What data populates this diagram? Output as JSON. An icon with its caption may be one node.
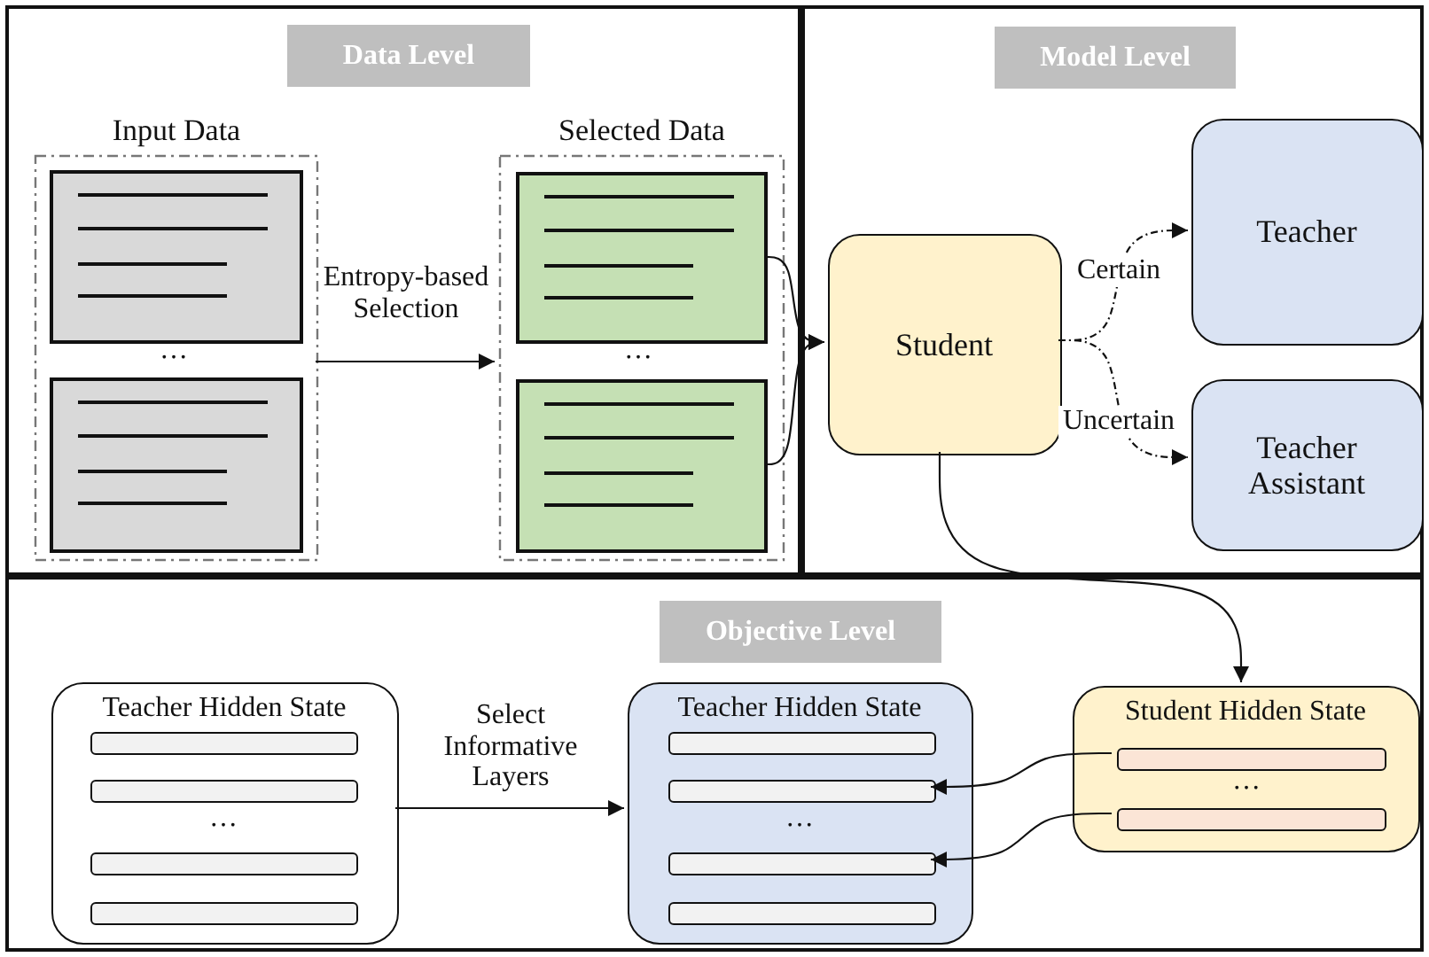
{
  "diagram": {
    "nodes": [
      {
        "text": [
          "Data Level"
        ]
      },
      {
        "text": [
          "Model Level"
        ]
      },
      {
        "text": [
          "Objective Level"
        ]
      },
      {
        "text": [
          "Input Data"
        ],
        "in": 0
      },
      {
        "text": [],
        "shape": "box",
        "in": 3
      },
      {
        "text": [],
        "shape": "box",
        "in": 3
      },
      {
        "text": [
          "Selected Data"
        ],
        "in": 0
      },
      {
        "text": [],
        "shape": "box",
        "in": 6
      },
      {
        "text": [],
        "shape": "box",
        "in": 6
      },
      {
        "text": [
          "Student"
        ],
        "in": 1
      },
      {
        "text": [
          "Teacher"
        ],
        "in": 1
      },
      {
        "text": [
          "Teacher Assistant"
        ],
        "in": 1
      },
      {
        "text": [
          "Teacher Hidden State"
        ],
        "in": 2
      },
      {
        "text": [],
        "shape": "bar",
        "in": 12
      },
      {
        "text": [],
        "shape": "bar",
        "in": 12
      },
      {
        "text": [],
        "shape": "bar",
        "in": 12
      },
      {
        "text": [],
        "shape": "bar",
        "in": 12
      },
      {
        "text": [
          "Teacher Hidden State"
        ],
        "in": 2
      },
      {
        "text": [],
        "shape": "bar",
        "in": 17
      },
      {
        "text": [],
        "shape": "bar",
        "in": 17
      },
      {
        "text": [],
        "shape": "bar",
        "in": 17
      },
      {
        "text": [],
        "shape": "bar",
        "in": 17
      },
      {
        "text": [
          "Student Hidden State"
        ],
        "in": 2
      },
      {
        "text": [],
        "shape": "bar",
        "in": 22
      },
      {
        "text": [],
        "shape": "bar",
        "in": 22
      }
    ],
    "edges": [
      {
        "from": 3,
        "to": 6,
        "arrow": "to",
        "label": "Entropy-based Selection"
      },
      {
        "from": 7,
        "to": 9,
        "arrow": "to"
      },
      {
        "from": 8,
        "to": 9,
        "arrow": "to"
      },
      {
        "from": 9,
        "to": 10,
        "arrow": "to",
        "style": "dashed",
        "label": "Certain"
      },
      {
        "from": 9,
        "to": 11,
        "arrow": "to",
        "style": "dashed",
        "label": "Uncertain"
      },
      {
        "from": 9,
        "to": 22,
        "arrow": "to"
      },
      {
        "from": 12,
        "to": 17,
        "arrow": "to",
        "label": "Select Informative Layers"
      },
      {
        "from": 23,
        "to": 19,
        "arrow": "to"
      },
      {
        "from": 24,
        "to": 20,
        "arrow": "to"
      }
    ],
    "labels": [
      "…",
      "…",
      "…",
      "…",
      "…"
    ]
  }
}
